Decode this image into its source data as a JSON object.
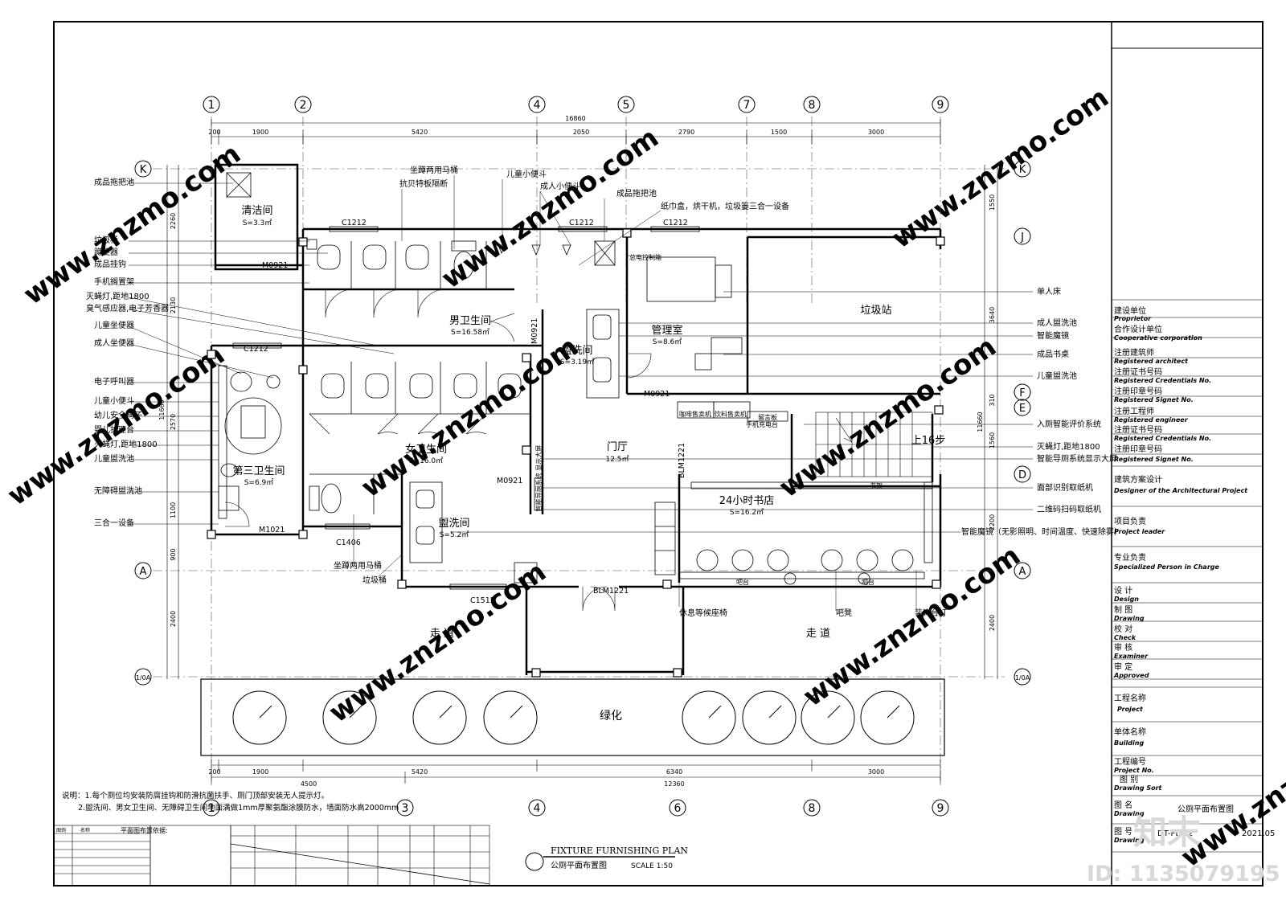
{
  "axes_top": [
    "1",
    "2",
    "4",
    "5",
    "7",
    "8",
    "9"
  ],
  "axes_bottom": [
    "1",
    "3",
    "4",
    "6",
    "8",
    "9"
  ],
  "axes_left": [
    "K",
    "A",
    "1/0A"
  ],
  "axes_right": [
    "K",
    "J",
    "F",
    "E",
    "D",
    "A",
    "1/0A"
  ],
  "dims_top": [
    "200",
    "1900",
    "5420",
    "2050",
    "2790",
    "1500",
    "3000"
  ],
  "dim_total_top": "16860",
  "dims_bottom": [
    "200",
    "1900",
    "5420",
    "6340",
    "3000"
  ],
  "dims_bottom2": [
    "4500",
    "12360"
  ],
  "dims_left": [
    "2260",
    "2130",
    "2570",
    "1100",
    "900",
    "2400",
    "11660"
  ],
  "dims_right": [
    "1550",
    "3640",
    "310",
    "1560",
    "2200",
    "2400",
    "11660"
  ],
  "rooms": [
    {
      "name": "清洁间",
      "area": "S=3.3㎡"
    },
    {
      "name": "男卫生间",
      "area": "S=16.58㎡"
    },
    {
      "name": "盥洗间",
      "area": "S=3.19㎡"
    },
    {
      "name": "管理室",
      "area": "S=8.6㎡"
    },
    {
      "name": "垃圾站",
      "area": ""
    },
    {
      "name": "第三卫生间",
      "area": "S=6.9㎡"
    },
    {
      "name": "女卫生间",
      "area": "S=16.0㎡"
    },
    {
      "name": "门厅",
      "area": "12.5㎡"
    },
    {
      "name": "盥洗间",
      "area": "S=5.2㎡"
    },
    {
      "name": "24小时书店",
      "area": "S=16.2㎡"
    }
  ],
  "labels_left": [
    "成品拖把池",
    "垃圾桶",
    "蹲便器",
    "成品挂钩",
    "手机搁置架",
    "灭蝇灯,距地1800",
    "臭气感应器,电子芳香器",
    "儿童坐便器",
    "成人坐便器",
    "电子呼叫器",
    "儿童小便斗",
    "幼儿安全椅子",
    "婴儿护理台",
    "灭蝇灯,距地1800",
    "儿童盥洗池",
    "无障碍盥洗池",
    "三合一设备"
  ],
  "labels_right": [
    "单人床",
    "成人盥洗池",
    "智能魔镜",
    "成品书桌",
    "儿童盥洗池",
    "入厕智能评价系统",
    "灭蝇灯,距地1800",
    "智能导厕系统显示大屏",
    "面部识别取纸机",
    "二维码扫码取纸机",
    "智能魔镜（无影照明、时间温度、快速除雾）"
  ],
  "labels_top": [
    "坐蹲两用马桶",
    "抗贝特板隔断",
    "儿童小便斗",
    "成人小便斗",
    "成品拖把池",
    "纸巾盒，烘干机，垃圾篓三合一设备",
    "总电控制箱"
  ],
  "labels_bottom": [
    "坐蹲两用马桶",
    "垃圾桶",
    "休息等候座椅",
    "吧凳",
    "装饰台灯"
  ],
  "doors": [
    "M0921",
    "M0921",
    "M0921",
    "M0921",
    "M1021",
    "BLM1221",
    "BLM1221"
  ],
  "windows": [
    "C1212",
    "C1212",
    "C1212",
    "C1212",
    "C1406",
    "C1515"
  ],
  "misc": {
    "stair": "上16步",
    "walkway": "走 道",
    "green": "绿化",
    "coffee": "咖啡售卖机",
    "drink": "饮料售卖机",
    "board": "留言板",
    "charge": "手机充电台",
    "bar": "吧台",
    "bookshelf": "书架",
    "smart_guide": "智能导厕系统 显示大屏"
  },
  "notes": [
    "说明：1.每个厕位均安装防腐挂钩和防滑抗菌扶手、厕门顶部安装无人提示灯。",
    "2.盥洗间、男女卫生间、无障碍卫生间地面满做1mm厚聚氨酯涂膜防水，墙面防水高2000mm"
  ],
  "legend_title": "平面图布置依据:",
  "legend_head": [
    "图例",
    "名称"
  ],
  "plan_title_en": "FIXTURE FURNISHING PLAN",
  "plan_title_cn": "公厕平面布置图",
  "scale": "SCALE 1:50",
  "title_block": [
    {
      "cn": "建设单位",
      "en": "Proprietor"
    },
    {
      "cn": "合作设计单位",
      "en": "Cooperative corporation"
    },
    {
      "cn": "注册建筑师",
      "en": "Registered architect"
    },
    {
      "cn": "注册证书号码",
      "en": "Registered Credentials No."
    },
    {
      "cn": "注册印章号码",
      "en": "Registered Signet No."
    },
    {
      "cn": "注册工程师",
      "en": "Registered engineer"
    },
    {
      "cn": "注册证书号码",
      "en": "Registered Credentials No."
    },
    {
      "cn": "注册印章号码",
      "en": "Registered Signet No."
    },
    {
      "cn": "建筑方案设计",
      "en": "Designer of the Architectural Project"
    },
    {
      "cn": "项目负责",
      "en": "Project leader"
    },
    {
      "cn": "专业负责",
      "en": "Specialized Person in Charge"
    },
    {
      "cn": "设  计",
      "en": "Design"
    },
    {
      "cn": "制  图",
      "en": "Drawing"
    },
    {
      "cn": "校  对",
      "en": "Check"
    },
    {
      "cn": "审  核",
      "en": "Examiner"
    },
    {
      "cn": "审  定",
      "en": "Approved"
    },
    {
      "cn": "工程名称",
      "en": "Project"
    },
    {
      "cn": "单体名称",
      "en": "Building"
    },
    {
      "cn": "工程编号",
      "en": "Project No."
    },
    {
      "cn": "图  别",
      "en": "Drawing Sort"
    },
    {
      "cn": "图  名",
      "en": "Drawing"
    },
    {
      "cn": "图  号",
      "en": "Drawing"
    }
  ],
  "drawing_name": "公厕平面布置图",
  "drawing_no": "DT-PL-02",
  "date": "2021.05",
  "watermark": "www.znzmo.com",
  "site_id": "ID: 1135079195",
  "site_logo": "知末"
}
